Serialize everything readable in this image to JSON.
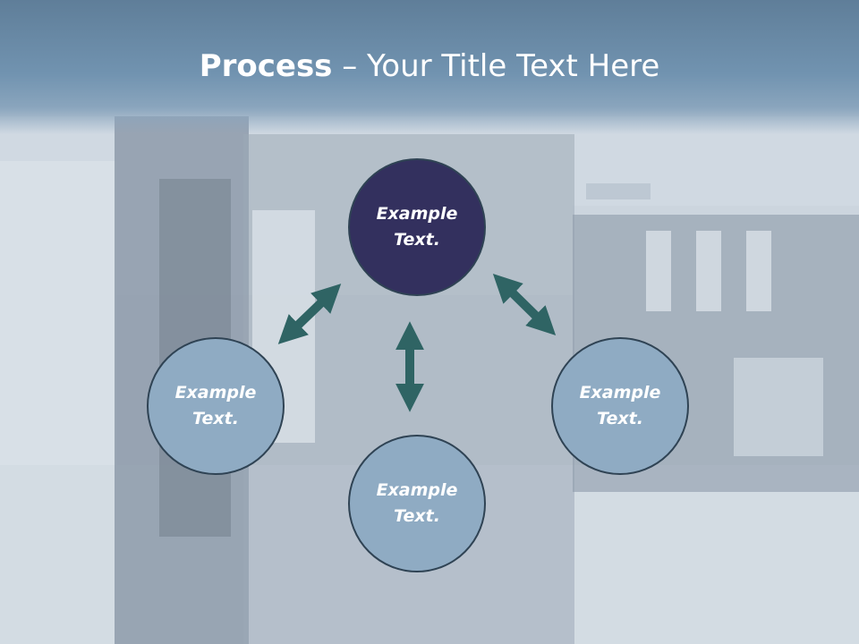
{
  "title": {
    "bold": "Process",
    "rest": " – Your Title Text Here"
  },
  "nodes": {
    "top": "Example Text.",
    "left": "Example Text.",
    "bottom": "Example Text.",
    "right": "Example Text."
  },
  "colors": {
    "title_bar": "#7193b0",
    "center_node": "#33305e",
    "outer_node": "#8fabc3",
    "arrow": "#2f6464"
  }
}
